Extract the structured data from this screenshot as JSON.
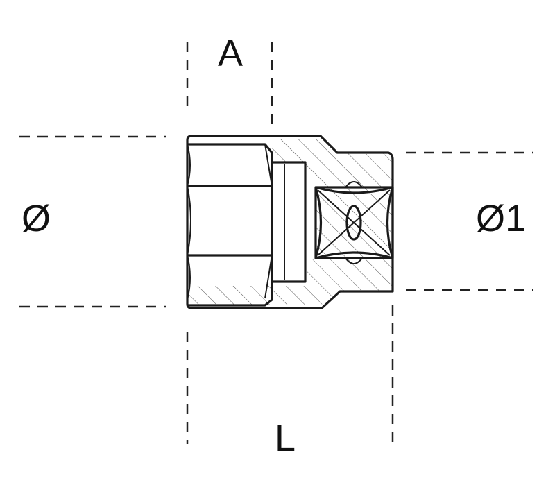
{
  "labels": {
    "bore_width": "A",
    "outer_diameter": "Ø",
    "drive_diameter": "Ø1",
    "length": "L"
  },
  "colors": {
    "line": "#1a1a1a",
    "hatch": "#555555",
    "background": "#ffffff"
  }
}
